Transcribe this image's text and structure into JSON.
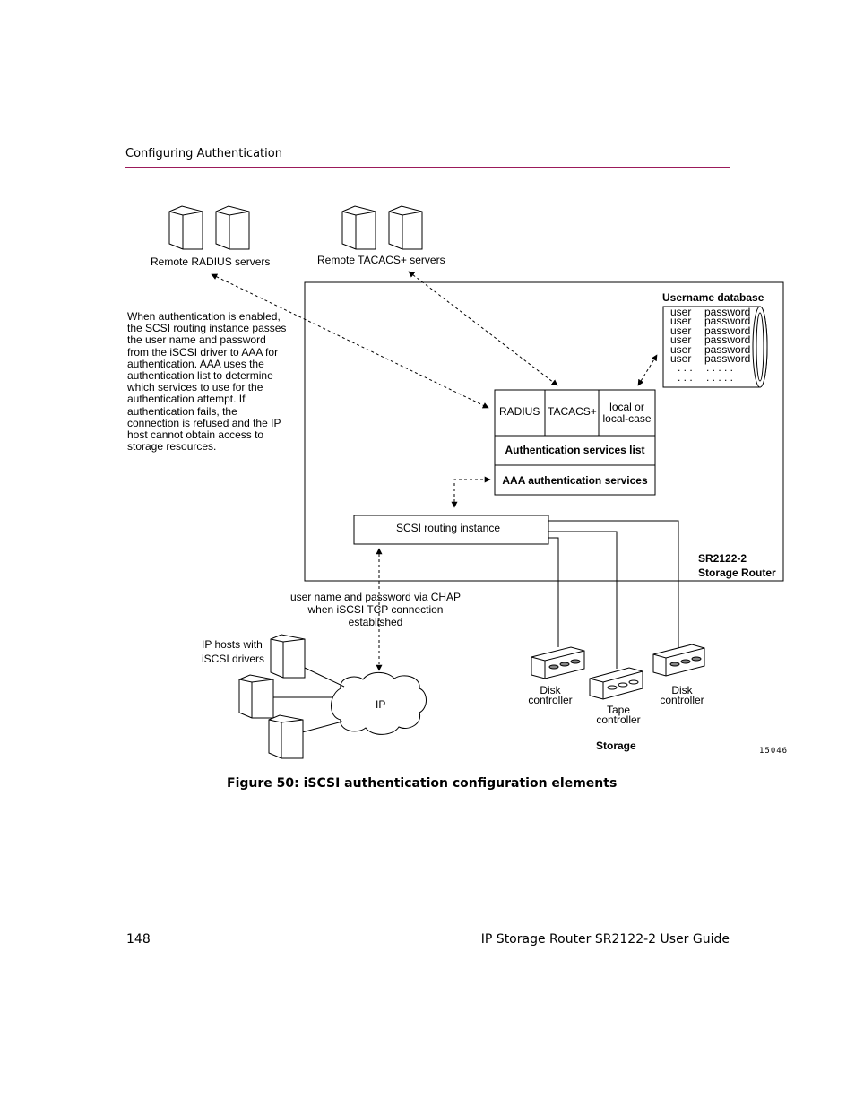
{
  "header": {
    "section_title": "Configuring Authentication"
  },
  "diagram": {
    "remote_radius_label": "Remote RADIUS servers",
    "remote_tacacs_label": "Remote TACACS+ servers",
    "description": "When authentication is enabled, the SCSI routing instance passes the user name and password from the iSCSI driver to AAA for authentication. AAA uses the authentication list to determine which services to use for the authentication attempt. If authentication fails, the connection is refused and the IP host cannot obtain access to storage resources.",
    "username_db_title": "Username database",
    "username_db_rows": [
      [
        "user",
        "password"
      ],
      [
        "user",
        "password"
      ],
      [
        "user",
        "password"
      ],
      [
        "user",
        "password"
      ],
      [
        "user",
        "password"
      ],
      [
        "user",
        "password"
      ],
      [
        ". . .",
        ". . . . ."
      ],
      [
        ". . .",
        ". . . . ."
      ]
    ],
    "services": {
      "radius": "RADIUS",
      "tacacs": "TACACS+",
      "local_line1": "local or",
      "local_line2": "local-case"
    },
    "auth_services_list": "Authentication services list",
    "aaa_services": "AAA authentication services",
    "scsi_routing_instance": "SCSI routing instance",
    "router_label_line1": "SR2122-2",
    "router_label_line2": "Storage Router",
    "chap_note_line1": "user name and password via CHAP",
    "chap_note_line2": "when iSCSI TCP connection",
    "chap_note_line3": "established",
    "ip_hosts_line1": "IP hosts with",
    "ip_hosts_line2": "iSCSI drivers",
    "ip_cloud": "IP",
    "disk_controller_1_line1": "Disk",
    "disk_controller_1_line2": "controller",
    "tape_controller_line1": "Tape",
    "tape_controller_line2": "controller",
    "disk_controller_2_line1": "Disk",
    "disk_controller_2_line2": "controller",
    "storage_label": "Storage",
    "figure_id": "15046"
  },
  "caption": {
    "text": "Figure 50:  iSCSI authentication configuration elements"
  },
  "footer": {
    "page_number": "148",
    "guide_title": "IP Storage Router SR2122-2 User Guide"
  }
}
